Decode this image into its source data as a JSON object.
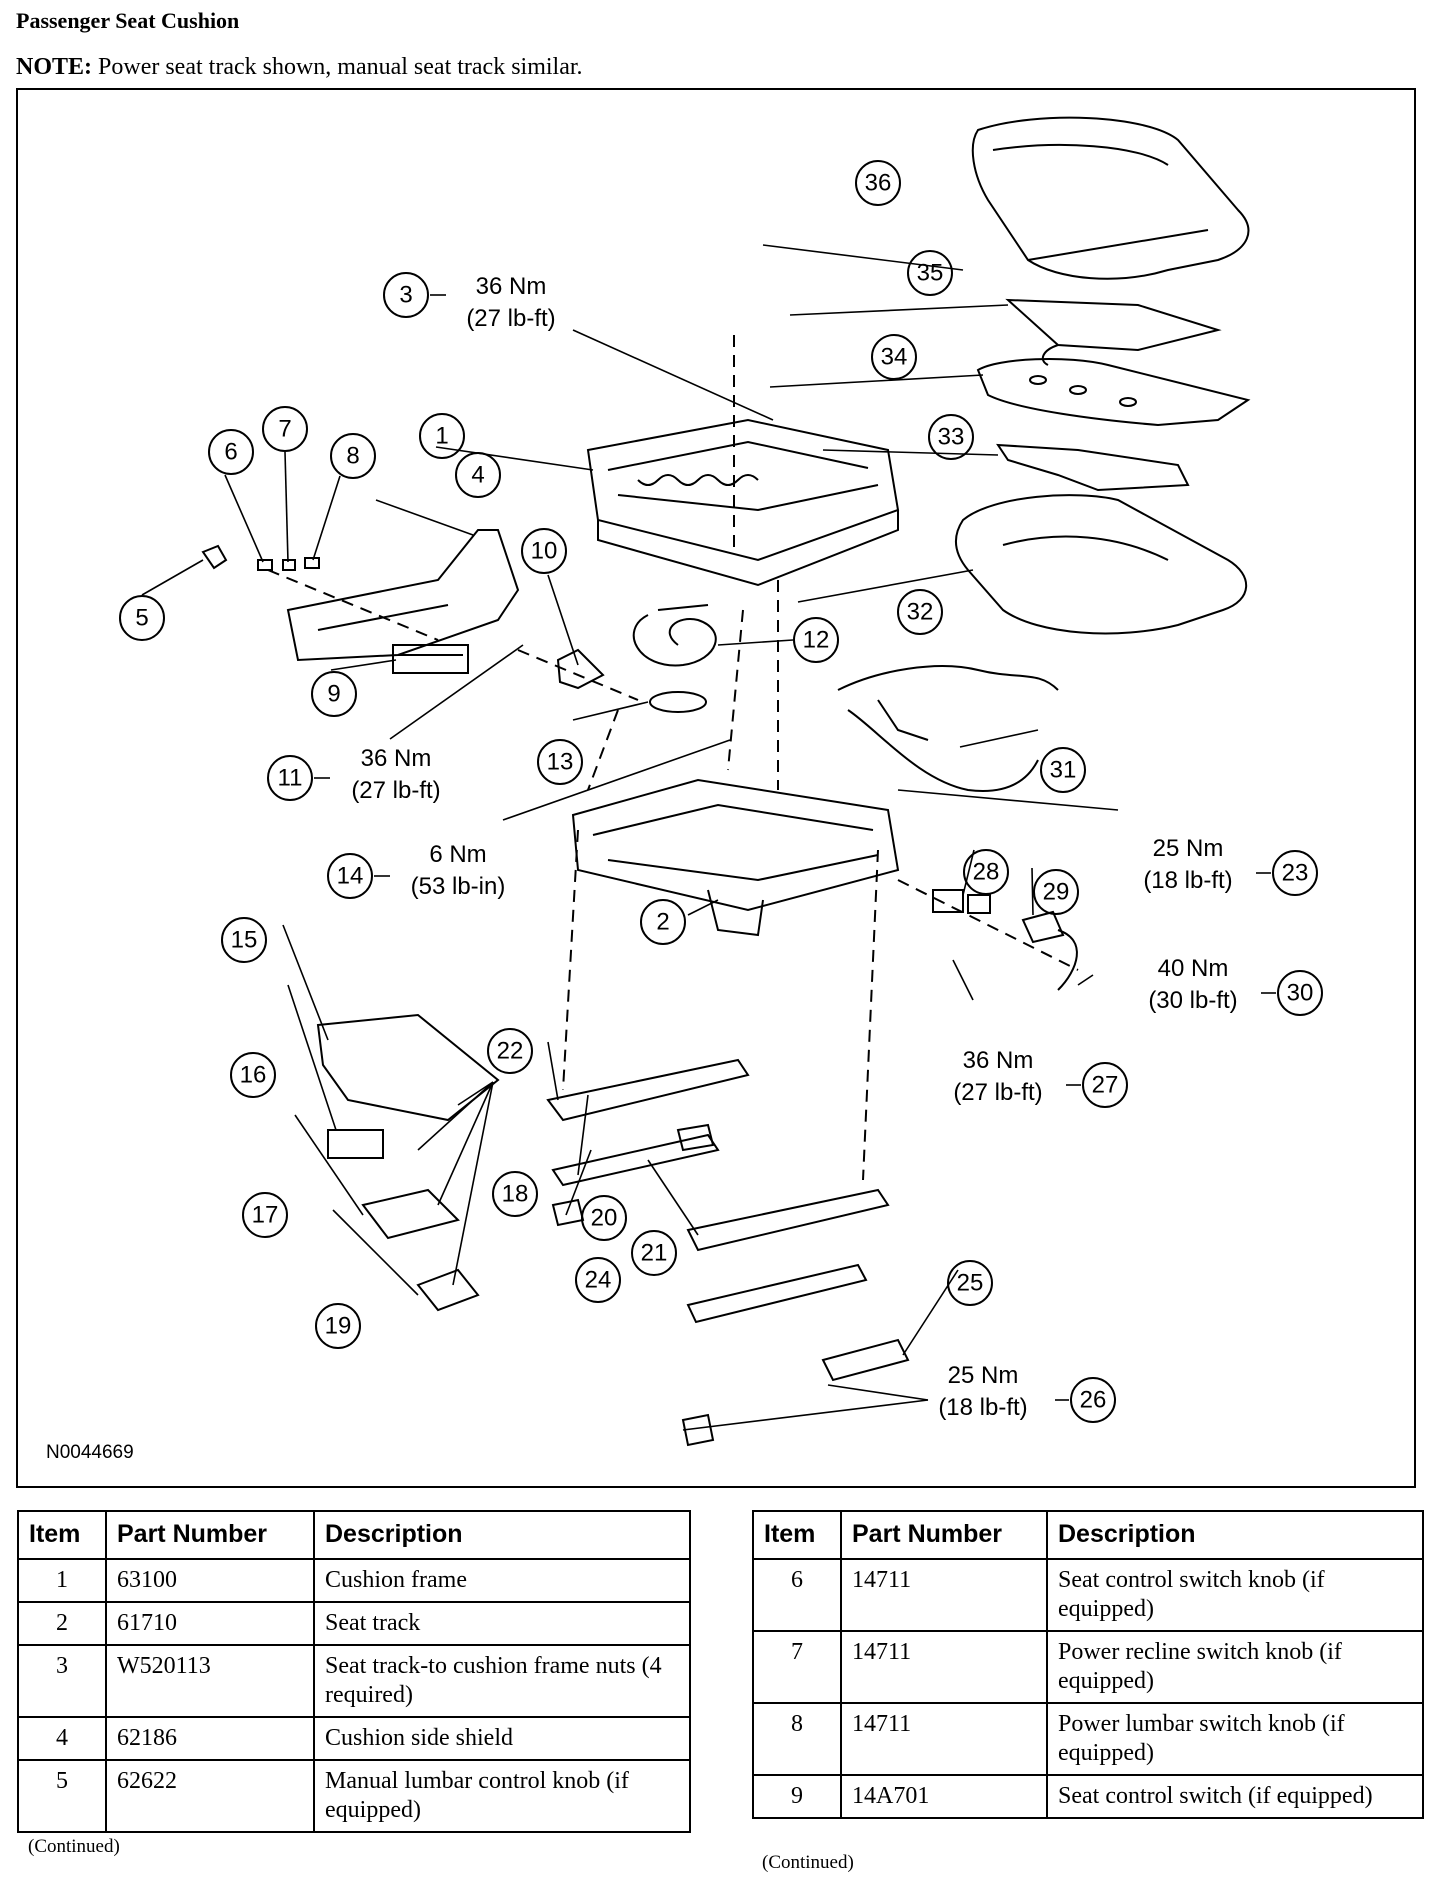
{
  "page": {
    "title": "Passenger Seat Cushion",
    "note_label": "NOTE:",
    "note_text": "Power seat track shown, manual seat track similar."
  },
  "figure": {
    "id": "N0044669",
    "callouts": [
      "1",
      "2",
      "3",
      "4",
      "5",
      "6",
      "7",
      "8",
      "9",
      "10",
      "11",
      "12",
      "13",
      "14",
      "15",
      "16",
      "17",
      "18",
      "19",
      "20",
      "21",
      "22",
      "23",
      "24",
      "25",
      "26",
      "27",
      "28",
      "29",
      "30",
      "31",
      "32",
      "33",
      "34",
      "35",
      "36"
    ],
    "torques": {
      "t3": {
        "nm": "36 Nm",
        "lbft": "(27 lb-ft)"
      },
      "t11": {
        "nm": "36 Nm",
        "lbft": "(27 lb-ft)"
      },
      "t14": {
        "nm": "6 Nm",
        "lbft": "(53 lb-in)"
      },
      "t23": {
        "nm": "25 Nm",
        "lbft": "(18 lb-ft)"
      },
      "t30": {
        "nm": "40 Nm",
        "lbft": "(30 lb-ft)"
      },
      "t27": {
        "nm": "36 Nm",
        "lbft": "(27 lb-ft)"
      },
      "t26": {
        "nm": "25 Nm",
        "lbft": "(18 lb-ft)"
      }
    }
  },
  "tables": {
    "headers": {
      "item": "Item",
      "part_number": "Part Number",
      "description": "Description"
    },
    "left": [
      {
        "item": "1",
        "part": "63100",
        "desc": "Cushion frame"
      },
      {
        "item": "2",
        "part": "61710",
        "desc": "Seat track"
      },
      {
        "item": "3",
        "part": "W520113",
        "desc": "Seat track-to cushion frame nuts (4 required)"
      },
      {
        "item": "4",
        "part": "62186",
        "desc": "Cushion side shield"
      },
      {
        "item": "5",
        "part": "62622",
        "desc": "Manual lumbar control knob (if equipped)"
      }
    ],
    "right": [
      {
        "item": "6",
        "part": "14711",
        "desc": "Seat control switch knob (if equipped)"
      },
      {
        "item": "7",
        "part": "14711",
        "desc": "Power recline switch knob (if equipped)"
      },
      {
        "item": "8",
        "part": "14711",
        "desc": "Power lumbar switch knob (if equipped)"
      },
      {
        "item": "9",
        "part": "14A701",
        "desc": "Seat control switch (if equipped)"
      }
    ],
    "continued": "(Continued)"
  }
}
